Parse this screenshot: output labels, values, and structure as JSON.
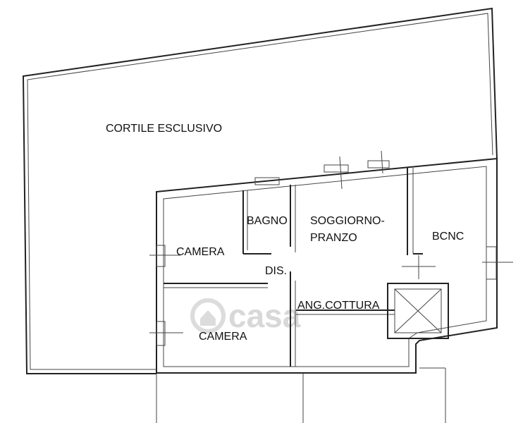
{
  "rooms": {
    "courtyard": "CORTILE ESCLUSIVO",
    "bathroom": "BAGNO",
    "living_line1": "SOGGIORNO-",
    "living_line2": "PRANZO",
    "bcnc": "BCNC",
    "bedroom_upper": "CAMERA",
    "hall": "DIS.",
    "kitchenette": "ANG.COTTURA",
    "bedroom_lower": "CAMERA"
  },
  "watermark": {
    "brand": "casa"
  },
  "colors": {
    "line": "#222222",
    "watermark": "#d8d8d8"
  }
}
